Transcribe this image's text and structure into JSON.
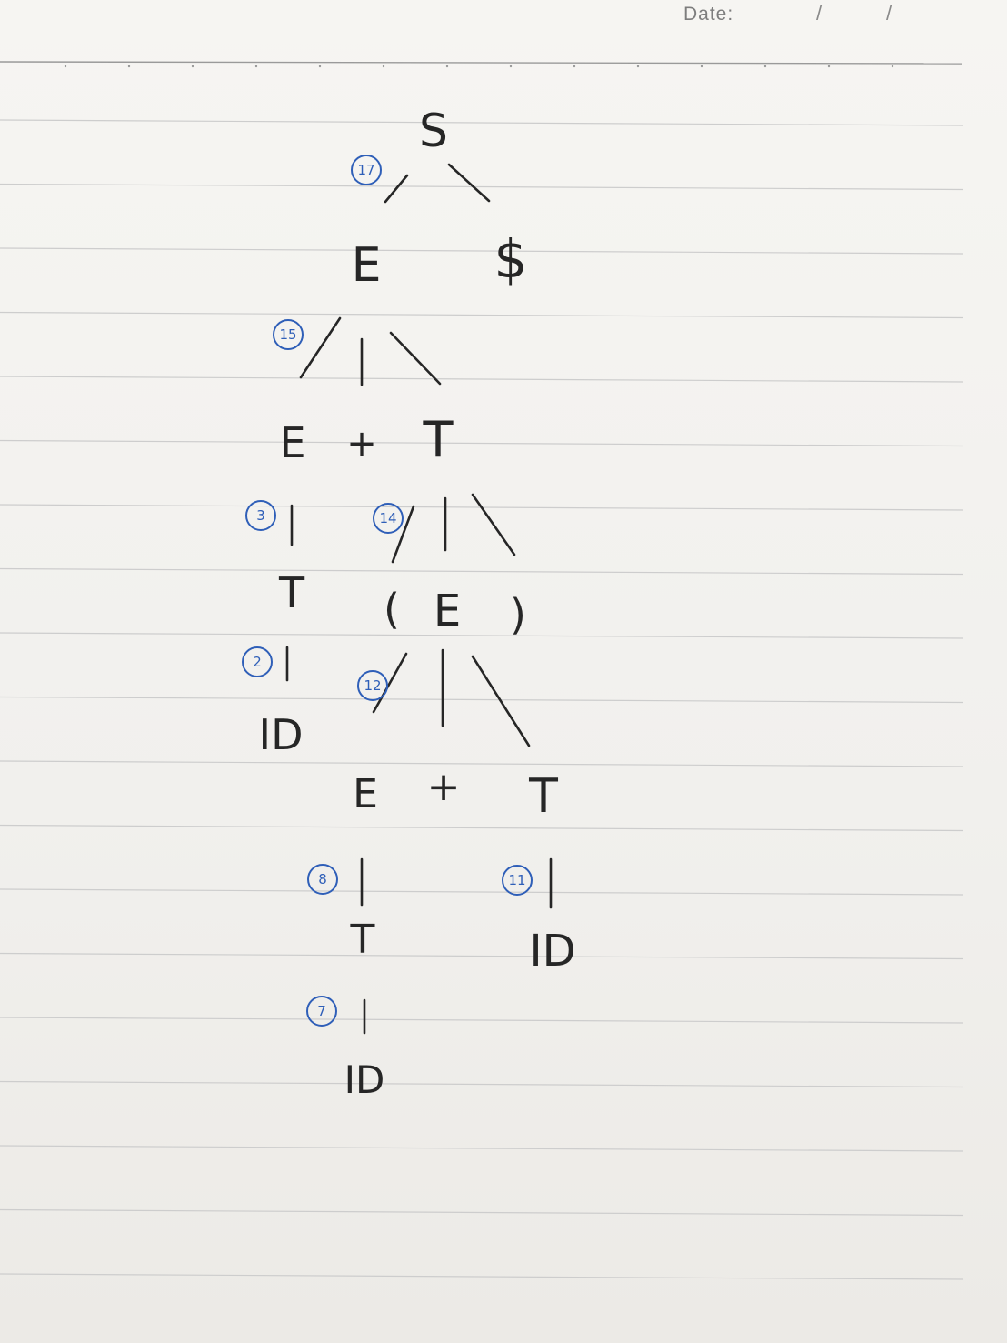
{
  "header": {
    "date_label": "Date:",
    "date_sep": "/"
  },
  "tree": {
    "root": "S",
    "e1": "E",
    "dollar": "$",
    "e2": "E",
    "plus1": "+",
    "t1": "T",
    "t2": "T",
    "lparen": "(",
    "e3": "E",
    "rparen": ")",
    "id1": "ID",
    "e4": "E",
    "plus2": "+",
    "t3": "T",
    "t4": "T",
    "id2": "ID",
    "id3": "ID"
  },
  "steps": {
    "s_root": "17",
    "s_e1": "15",
    "s_e2": "3",
    "s_t1": "14",
    "s_t2": "2",
    "s_e3": "12",
    "s_e4": "8",
    "s_t3": "11",
    "s_t4": "7"
  },
  "colors": {
    "ink": "#262626",
    "step_ink": "#2f5fb8",
    "rule": "#c9c9c9"
  }
}
